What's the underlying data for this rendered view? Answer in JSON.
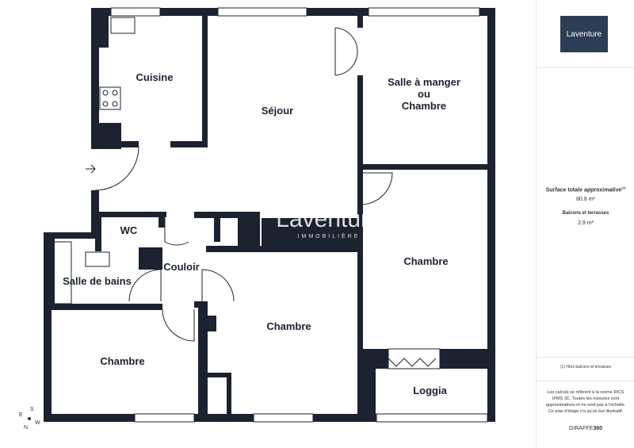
{
  "rooms": {
    "cuisine": "Cuisine",
    "sejour": "Séjour",
    "salle_a_manger": [
      "Salle à manger",
      "ou",
      "Chambre"
    ],
    "wc": "WC",
    "salle_de_bains": "Salle de bains",
    "couloir": "Couloir",
    "chambre_1": "Chambre",
    "chambre_2": "Chambre",
    "chambre_3": "Chambre",
    "loggia": "Loggia"
  },
  "watermark": {
    "brand": "Laventure",
    "sub": "IMMOBILIÈRE"
  },
  "compass": {
    "n": "N",
    "s": "S",
    "e": "E",
    "w": "W"
  },
  "panel": {
    "logo": "Laventure",
    "surface_label": "Surface totale approximative",
    "surface_note_ref": "(1)",
    "surface_value": "80.8 m²",
    "balcons_label": "Balcons et terrasses",
    "balcons_value": "2.9 m²",
    "footnote": "(1) Hors balcons et terrasses",
    "disclaimer": "Les calculs se réfèrent à la norme RICS IPMS 3C. Toutes les mesures sont approximatives et ne sont pas à l'échelle. Ce plan d'étage n'a qu'un but illustratif.",
    "credit_a": "GIRAFFE",
    "credit_b": "360"
  },
  "colors": {
    "wall": "#1d2230",
    "logo_bg": "#2c3e55",
    "logo_accent": "#e0457b"
  }
}
